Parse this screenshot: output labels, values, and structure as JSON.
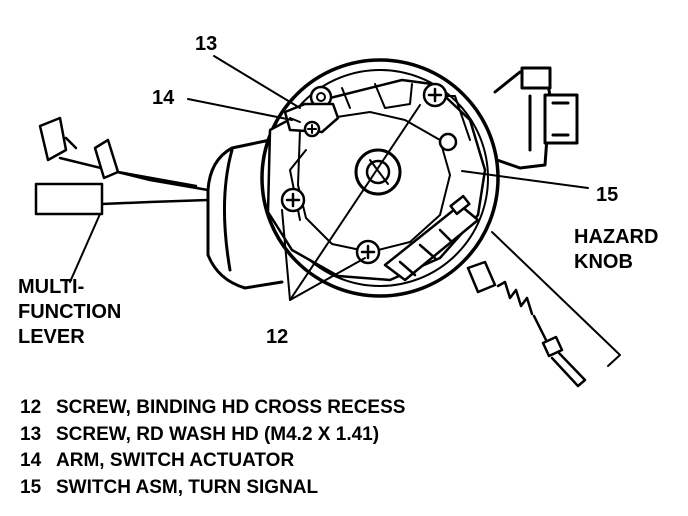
{
  "callouts": {
    "c13": "13",
    "c14": "14",
    "c15": "15",
    "c12": "12"
  },
  "labels": {
    "hazard_line1": "HAZARD",
    "hazard_line2": "KNOB",
    "multi_line1": "MULTI-",
    "multi_line2": "FUNCTION",
    "multi_line3": "LEVER"
  },
  "legend": [
    {
      "num": "12",
      "text": "SCREW, BINDING HD CROSS RECESS"
    },
    {
      "num": "13",
      "text": "SCREW, RD WASH HD (M4.2 X 1.41)"
    },
    {
      "num": "14",
      "text": "ARM, SWITCH ACTUATOR"
    },
    {
      "num": "15",
      "text": "SWITCH ASM, TURN SIGNAL"
    }
  ]
}
